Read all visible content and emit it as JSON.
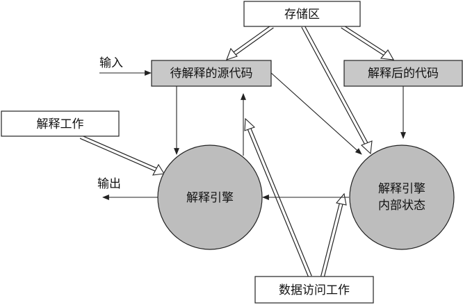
{
  "nodes": {
    "storage": "存储区",
    "source_code": "待解释的源代码",
    "interpreted_code": "解释后的代码",
    "interpret_work": "解释工作",
    "engine": "解释引擎",
    "engine_state_line1": "解释引擎",
    "engine_state_line2": "内部状态",
    "data_access": "数据访问工作"
  },
  "labels": {
    "input": "输入",
    "output": "输出"
  },
  "colors": {
    "gray_box": "#c8c8c8",
    "circle_fill": "#bdbdbd",
    "line": "#222222"
  }
}
